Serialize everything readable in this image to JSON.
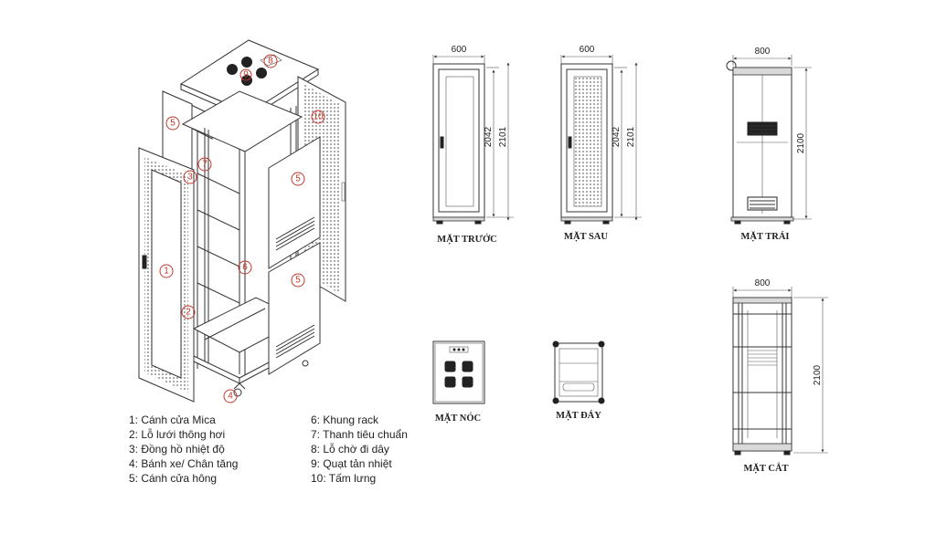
{
  "legend": {
    "left": [
      "1: Cánh cửa Mica",
      "2: Lỗ lưới thông hơi",
      "3: Đồng hồ nhiệt độ",
      "4: Bánh xe/ Chân tăng",
      "5: Cánh cửa hông"
    ],
    "right": [
      "6: Khung rack",
      "7: Thanh tiêu chuẩn",
      "8: Lỗ chờ đi dây",
      "9: Quạt tản nhiệt",
      "10: Tấm lưng"
    ]
  },
  "callouts": {
    "c1": "1",
    "c2": "2",
    "c3": "3",
    "c4": "4",
    "c5a": "5",
    "c5b": "5",
    "c5c": "5",
    "c6": "6",
    "c7": "7",
    "c8": "8",
    "c9": "9",
    "c10": "10"
  },
  "views": {
    "front": {
      "caption": "MẶT TRƯỚC",
      "width": "600",
      "height_inner": "2042",
      "height_outer": "2101"
    },
    "back": {
      "caption": "MẶT SAU",
      "width": "600",
      "height_inner": "2042",
      "height_outer": "2101"
    },
    "left": {
      "caption": "MẶT TRÁI",
      "width": "800",
      "height": "2100"
    },
    "top": {
      "caption": "MẶT NÓC"
    },
    "bottom": {
      "caption": "MẶT ĐÁY"
    },
    "section": {
      "caption": "MẶT CẮT",
      "width": "800",
      "height": "2100"
    }
  }
}
